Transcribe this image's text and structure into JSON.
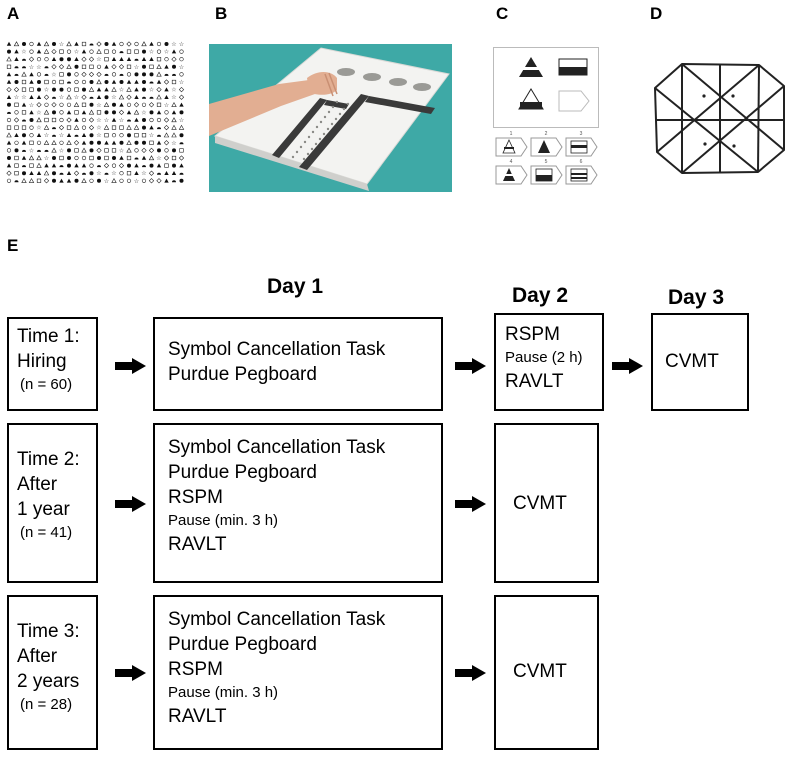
{
  "panels": {
    "a": "A",
    "b": "B",
    "c": "C",
    "d": "D",
    "e": "E"
  },
  "panel_c": {
    "options": [
      "1",
      "2",
      "3",
      "4",
      "5",
      "6"
    ]
  },
  "days": {
    "day1": "Day 1",
    "day2": "Day 2",
    "day3": "Day 3"
  },
  "row1": {
    "time_line1": "Time 1:",
    "time_line2": "Hiring",
    "time_n": "(n = 60)",
    "day1_tasks": [
      "Symbol Cancellation Task",
      "Purdue Pegboard"
    ],
    "day2_task1": "RSPM",
    "day2_pause": "Pause (2 h)",
    "day2_task2": "RAVLT",
    "day3_task": "CVMT"
  },
  "row2": {
    "time_line1": "Time 2:",
    "time_line2": "After",
    "time_line3": "1 year",
    "time_n": "(n = 41)",
    "day1_task1": "Symbol Cancellation Task",
    "day1_task2": "Purdue Pegboard",
    "day1_task3": "RSPM",
    "day1_pause": "Pause (min. 3 h)",
    "day1_task4": "RAVLT",
    "day2_task": "CVMT"
  },
  "row3": {
    "time_line1": "Time 3:",
    "time_line2": "After",
    "time_line3": "2 years",
    "time_n": "(n = 28)",
    "day1_task1": "Symbol Cancellation Task",
    "day1_task2": "Purdue Pegboard",
    "day1_task3": "RSPM",
    "day1_pause": "Pause (min. 3 h)",
    "day1_task4": "RAVLT",
    "day2_task": "CVMT"
  },
  "colors": {
    "board": "#f3f3f1",
    "background_teal": "#3ea9a6",
    "strip": "#3a3a3a",
    "skin": "#e2ae92"
  }
}
